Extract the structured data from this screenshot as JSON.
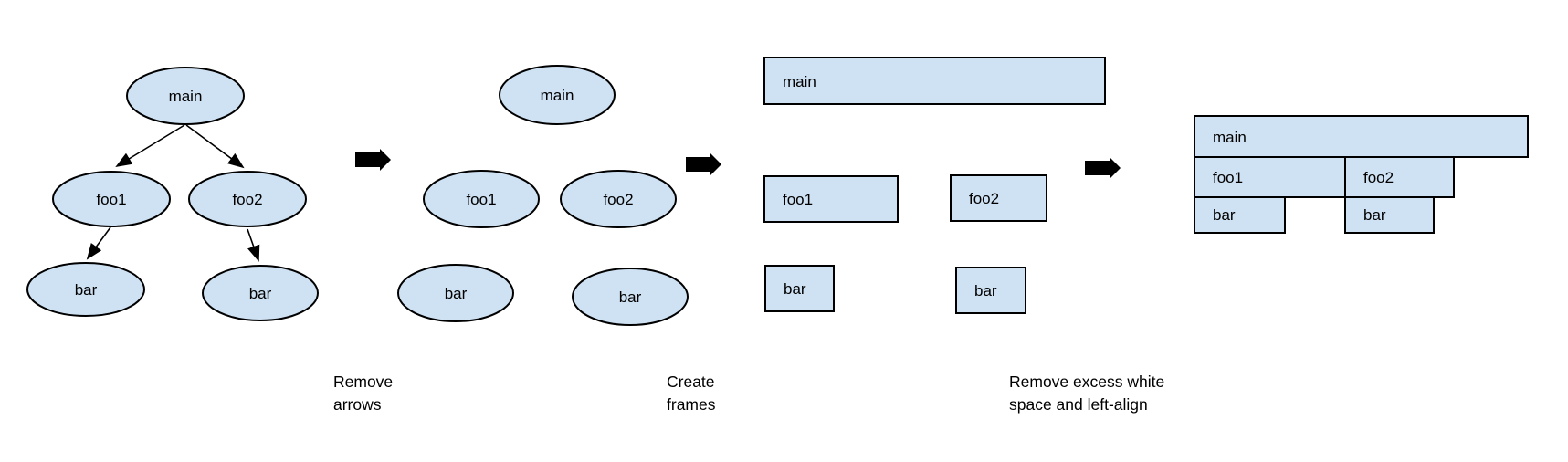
{
  "diagram": {
    "title_hint": "flame graph construction steps",
    "background": "#ffffff",
    "node_fill": "#cfe2f3",
    "node_stroke": "#000000",
    "arrow_color": "#000000",
    "text_color": "#000000",
    "stages": {
      "tree": {
        "main": "main",
        "foo1": "foo1",
        "foo2": "foo2",
        "bar_left": "bar",
        "bar_right": "bar"
      },
      "no_arrows": {
        "main": "main",
        "foo1": "foo1",
        "foo2": "foo2",
        "bar_left": "bar",
        "bar_right": "bar"
      },
      "frames": {
        "main": "main",
        "foo1": "foo1",
        "foo2": "foo2",
        "bar_left": "bar",
        "bar_right": "bar"
      },
      "flame": {
        "main": "main",
        "foo1": "foo1",
        "foo2": "foo2",
        "bar_left": "bar",
        "bar_right": "bar"
      }
    },
    "captions": {
      "step1": {
        "line1": "Remove",
        "line2": "arrows"
      },
      "step2": {
        "line1": "Create",
        "line2": "frames"
      },
      "step3": {
        "line1": "Remove excess white",
        "line2": "space and left-align"
      }
    }
  }
}
